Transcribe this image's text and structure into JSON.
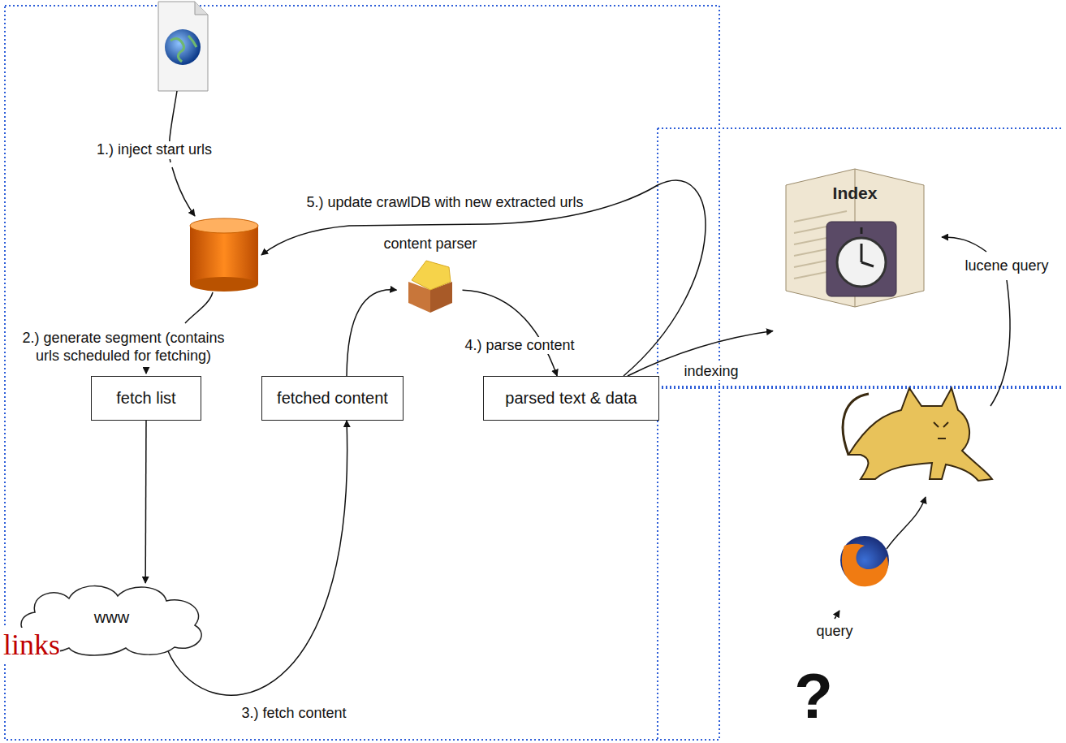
{
  "diagram": {
    "nodes": [
      {
        "text": [
          "fetch list"
        ]
      },
      {
        "text": [
          "fetched content"
        ]
      },
      {
        "text": [
          "parsed text & data"
        ]
      },
      {
        "text": [
          "www"
        ]
      },
      {
        "text": [
          "content parser"
        ]
      },
      {
        "text": [
          "Index"
        ]
      }
    ],
    "edges": [
      {
        "from": 0,
        "to": 3,
        "arrow": "to"
      },
      {
        "from": 3,
        "to": 1,
        "label": "3.) fetch content",
        "arrow": "to"
      },
      {
        "from": 1,
        "to": 4,
        "arrow": "to"
      },
      {
        "from": 4,
        "to": 2,
        "label": "4.) parse content",
        "arrow": "to"
      },
      {
        "from": 2,
        "to": 5,
        "label": "indexing",
        "arrow": "to"
      }
    ],
    "labels": [
      "1.) inject start urls",
      "5.) update crawlDB with new extracted urls",
      "2.) generate segment (contains urls scheduled for fetching)",
      "lucene query",
      "query",
      "?",
      "links"
    ]
  }
}
